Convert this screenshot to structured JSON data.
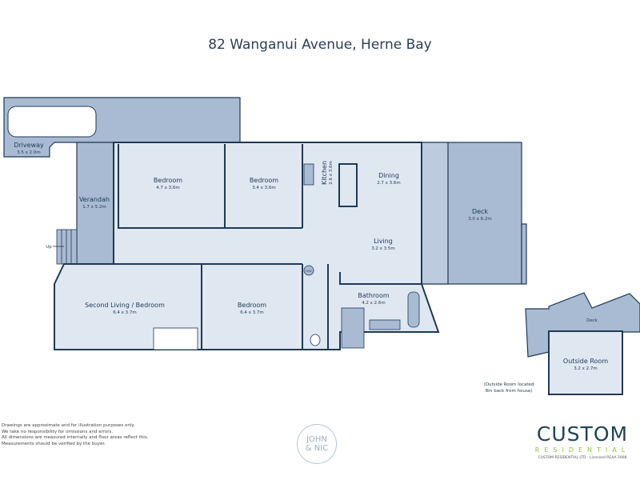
{
  "title": "82 Wanganui Avenue, Herne Bay",
  "colors": {
    "wall": "#1f3a56",
    "room": "#dfe7f1",
    "deck": "#a8bbd2",
    "brand_green": "#8fbf3a",
    "brand_dark": "#1f4555"
  },
  "rooms": {
    "driveway": {
      "name": "Driveway",
      "dims": "3.5 x 2.0m"
    },
    "verandah": {
      "name": "Verandah",
      "dims": "1.7 x 5.2m"
    },
    "bedroom1": {
      "name": "Bedroom",
      "dims": "4.7 x 3.6m"
    },
    "bedroom2": {
      "name": "Bedroom",
      "dims": "3.4 x 3.6m"
    },
    "kitchen": {
      "name": "Kitchen",
      "dims": "2.6 x 3.6m"
    },
    "dining": {
      "name": "Dining",
      "dims": "2.7 x 3.6m"
    },
    "living": {
      "name": "Living",
      "dims": "3.2 x 3.5m"
    },
    "deck": {
      "name": "Deck",
      "dims": "3.0 x 6.2m"
    },
    "second_living": {
      "name": "Second Living / Bedroom",
      "dims": "6.4 x 3.7m"
    },
    "bedroom3": {
      "name": "Bedroom",
      "dims": "6.4 x 3.7m"
    },
    "bathroom": {
      "name": "Bathroom",
      "dims": "4.2 x 2.6m"
    },
    "outside_deck": {
      "name": "Deck"
    },
    "outside_room": {
      "name": "Outside Room",
      "dims": "3.2 x 2.7m"
    }
  },
  "labels": {
    "up": "Up",
    "hw": "H/W"
  },
  "outside_note": [
    "(Outside Room located",
    "8m back from house)"
  ],
  "disclaimer": [
    "Drawings are approximate and for illustration purposes only.",
    "We take no responsibility for omissions and errors.",
    "All dimensions are measured internally and floor areas reflect this.",
    "Measurements should be verified by the buyer."
  ],
  "seal": [
    "JOHN",
    "& NIC"
  ],
  "brand": {
    "name": "CUSTOM",
    "sub": "RESIDENTIAL",
    "line": "CUSTOM RESIDENTIAL LTD - Licensed REAA 2008"
  }
}
